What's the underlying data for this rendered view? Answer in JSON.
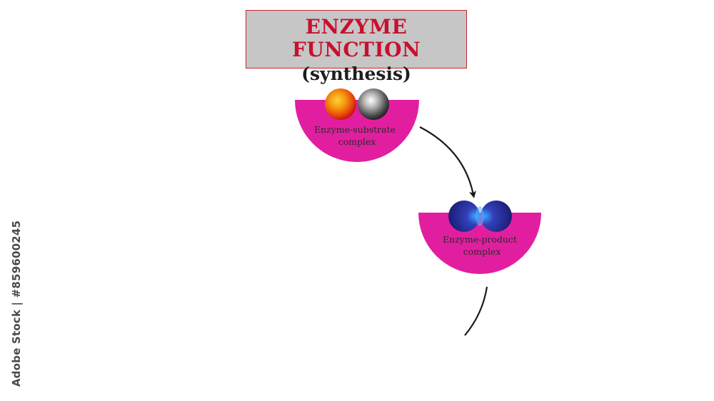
{
  "title": {
    "main": "ENZYME FUNCTION",
    "sub": "(synthesis)"
  },
  "complexes": [
    {
      "label_line1": "Enzyme-substrate",
      "label_line2": "complex",
      "color": "#e21ea0",
      "molecules": [
        "orange-sphere",
        "gray-sphere"
      ]
    },
    {
      "label_line1": "Enzyme-product",
      "label_line2": "complex",
      "color": "#e21ea0",
      "molecules": [
        "blue-sphere",
        "blue-sphere"
      ]
    }
  ],
  "watermark": {
    "text": "Adobe Stock | #859600245"
  },
  "colors": {
    "title_text": "#c8102e",
    "title_box": "#c6c6c6",
    "enzyme": "#e21ea0",
    "arrow": "#1a1a1a"
  }
}
